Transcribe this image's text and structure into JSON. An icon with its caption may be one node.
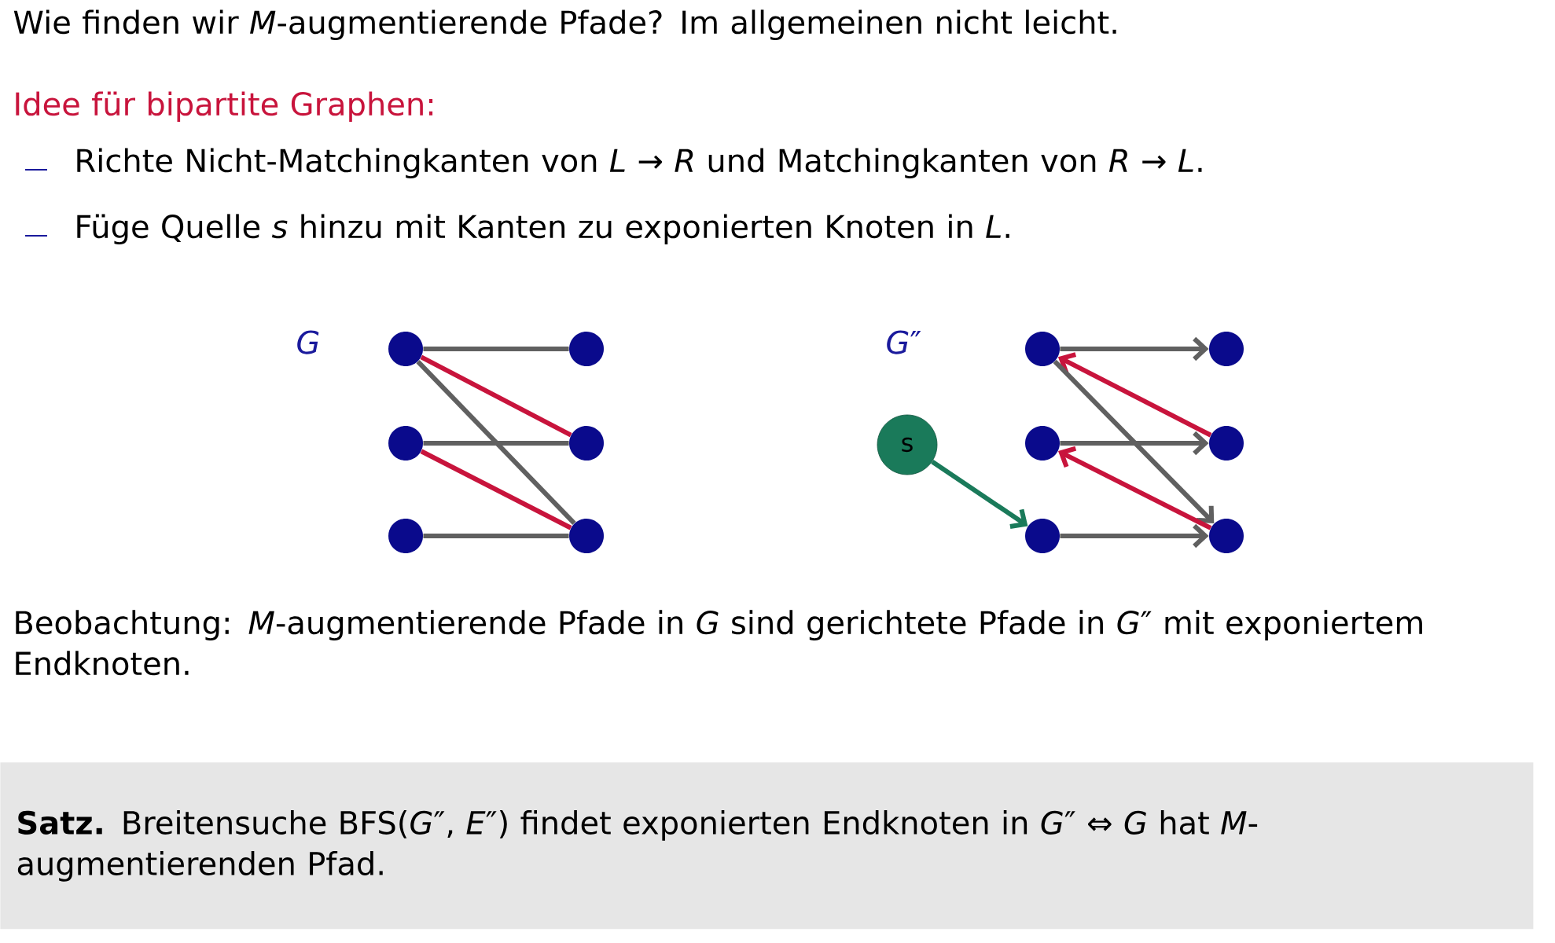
{
  "diagram": {
    "nodes": [
      {
        "text": [],
        "shape": "circle"
      },
      {
        "text": [],
        "shape": "circle"
      },
      {
        "text": [],
        "shape": "circle"
      },
      {
        "text": [],
        "shape": "circle"
      },
      {
        "text": [],
        "shape": "circle"
      },
      {
        "text": [],
        "shape": "circle"
      },
      {
        "text": [],
        "shape": "circle"
      },
      {
        "text": [],
        "shape": "circle"
      },
      {
        "text": [
          "s"
        ]
      },
      {
        "text": [],
        "shape": "circle"
      },
      {
        "text": [],
        "shape": "circle"
      },
      {
        "text": [],
        "shape": "circle"
      },
      {
        "text": [],
        "shape": "circle"
      },
      {
        "text": [
          "**Satz.** Breitensuche BFS(*G*″, *E*″) findet exponierten Endknoten in *G*″ ⇔ *G* hat *M*-augmentierenden Pfad."
        ]
      }
    ],
    "edges": [
      {
        "from": 0,
        "to": 1,
        "arrow": "none"
      },
      {
        "from": 0,
        "to": 3,
        "arrow": "none",
        "color": "#c8143c"
      },
      {
        "from": 0,
        "to": 5,
        "arrow": "none"
      },
      {
        "from": 2,
        "to": 3,
        "arrow": "none"
      },
      {
        "from": 2,
        "to": 5,
        "arrow": "none",
        "color": "#c8143c"
      },
      {
        "from": 4,
        "to": 5,
        "arrow": "none"
      },
      {
        "from": 6,
        "to": 7,
        "arrow": "to"
      },
      {
        "from": 10,
        "to": 6,
        "arrow": "to",
        "color": "#c8143c"
      },
      {
        "from": 6,
        "to": 12,
        "arrow": "to"
      },
      {
        "from": 9,
        "to": 10,
        "arrow": "to"
      },
      {
        "from": 12,
        "to": 9,
        "arrow": "to",
        "color": "#c8143c"
      },
      {
        "from": 11,
        "to": 12,
        "arrow": "to"
      },
      {
        "from": 8,
        "to": 11,
        "arrow": "to",
        "color": "#1a7a5a"
      }
    ],
    "labels": [
      "Wie finden wir *M*-augmentierende Pfade? Im allgemeinen nicht leicht.",
      "Idee für bipartite Graphen:",
      "Richte Nicht-Matchingkanten von *L* → *R* und Matchingkanten von *R* → *L*.",
      "Füge Quelle *s* hinzu mit Kanten zu exponierten Knoten in *L*.",
      "*G*",
      "*G*″",
      "Beobachtung: *M*-augmentierende Pfade in *G* sind gerichtete Pfade in *G*″ mit exponiertem Endknoten."
    ]
  }
}
